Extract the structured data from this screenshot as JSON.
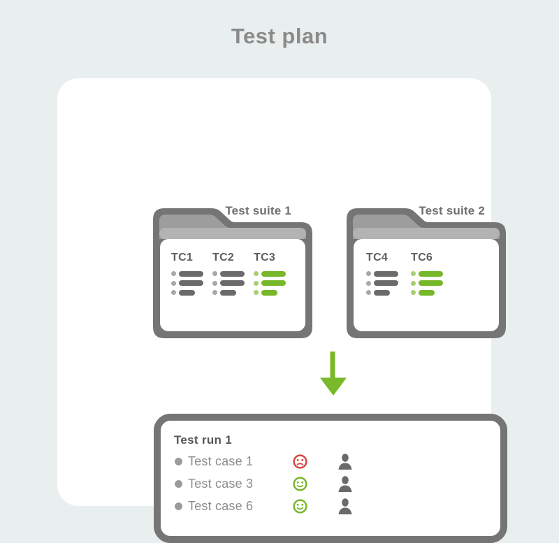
{
  "title": "Test plan",
  "colors": {
    "page_background": "#e9efee",
    "card_background": "#ffffff",
    "border_gray": "#757575",
    "folder_tab_gray": "#9d9d9d",
    "folder_band_gray": "#b3b3b3",
    "list_bar_gray": "#6b6b6b",
    "list_dot_gray": "#a8a8a8",
    "list_bar_green": "#77b82b",
    "list_dot_green": "#a9ce70",
    "arrow_green": "#79b829",
    "fail_red": "#d8463f",
    "pass_green": "#7ab62c",
    "person_gray": "#6a6a6a",
    "title_gray": "#8a8a8a",
    "label_gray": "#6f6f6f",
    "row_text_gray": "#8c8c8c"
  },
  "suites": [
    {
      "label": "Test suite 1",
      "cases": [
        {
          "name": "TC1",
          "variant": "gray"
        },
        {
          "name": "TC2",
          "variant": "gray"
        },
        {
          "name": "TC3",
          "variant": "green"
        }
      ]
    },
    {
      "label": "Test suite 2",
      "cases": [
        {
          "name": "TC4",
          "variant": "gray"
        },
        {
          "name": "TC6",
          "variant": "green"
        }
      ]
    }
  ],
  "arrow": {
    "icon": "down-arrow-icon",
    "direction": "down"
  },
  "test_run": {
    "title": "Test run 1",
    "rows": [
      {
        "label": "Test case 1",
        "result": "fail",
        "result_icon": "sad-face-icon",
        "assignee_icon": "person-icon"
      },
      {
        "label": "Test case 3",
        "result": "pass",
        "result_icon": "happy-face-icon",
        "assignee_icon": "person-icon"
      },
      {
        "label": "Test case 6",
        "result": "pass",
        "result_icon": "happy-face-icon",
        "assignee_icon": "person-icon"
      }
    ]
  }
}
